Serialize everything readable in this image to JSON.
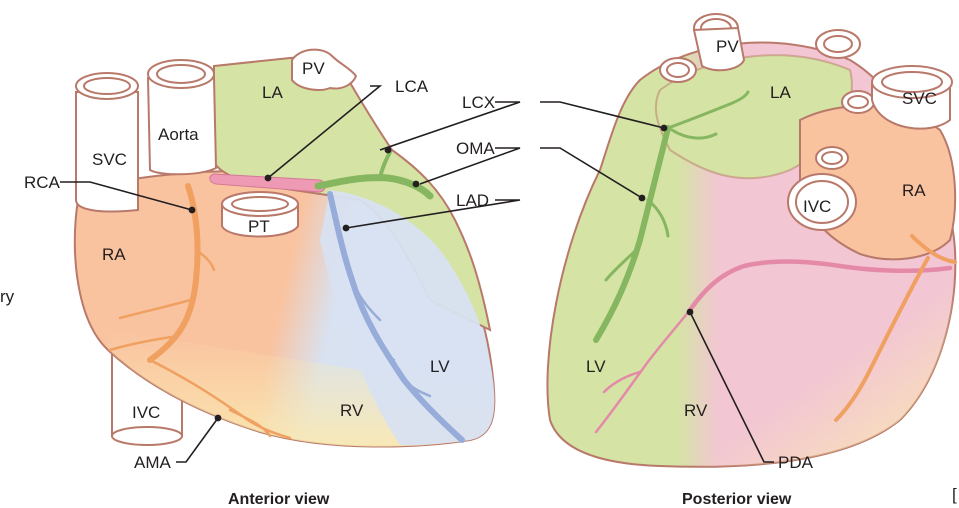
{
  "labels": {
    "svc_ant": "SVC",
    "aorta": "Aorta",
    "la_ant": "LA",
    "pv_ant": "PV",
    "lca": "LCA",
    "lcx": "LCX",
    "oma": "OMA",
    "lad": "LAD",
    "rca": "RCA",
    "ra_ant": "RA",
    "pt": "PT",
    "lv_ant": "LV",
    "rv_ant": "RV",
    "ivc_ant": "IVC",
    "ama": "AMA",
    "cut_left": "ry",
    "pv_post": "PV",
    "la_post": "LA",
    "svc_post": "SVC",
    "ra_post": "RA",
    "ivc_post": "IVC",
    "lv_post": "LV",
    "rv_post": "RV",
    "pda": "PDA",
    "cut_right": "["
  },
  "captions": {
    "anterior": "Anterior view",
    "posterior": "Posterior view"
  },
  "colors": {
    "right_atrium_ventricle": "#f9c3a0",
    "left_atrium": "#d5e3a5",
    "left_ventricle": "#d8e2f1",
    "posterior_rv": "#f2c6d3",
    "apex_yellow": "#fbe9b0",
    "outline": "#b9796a",
    "rca": "#f0a061",
    "lcx_lad_green": "#86b760",
    "lad_blue": "#97acd9",
    "pda_pink": "#e48aa8"
  }
}
